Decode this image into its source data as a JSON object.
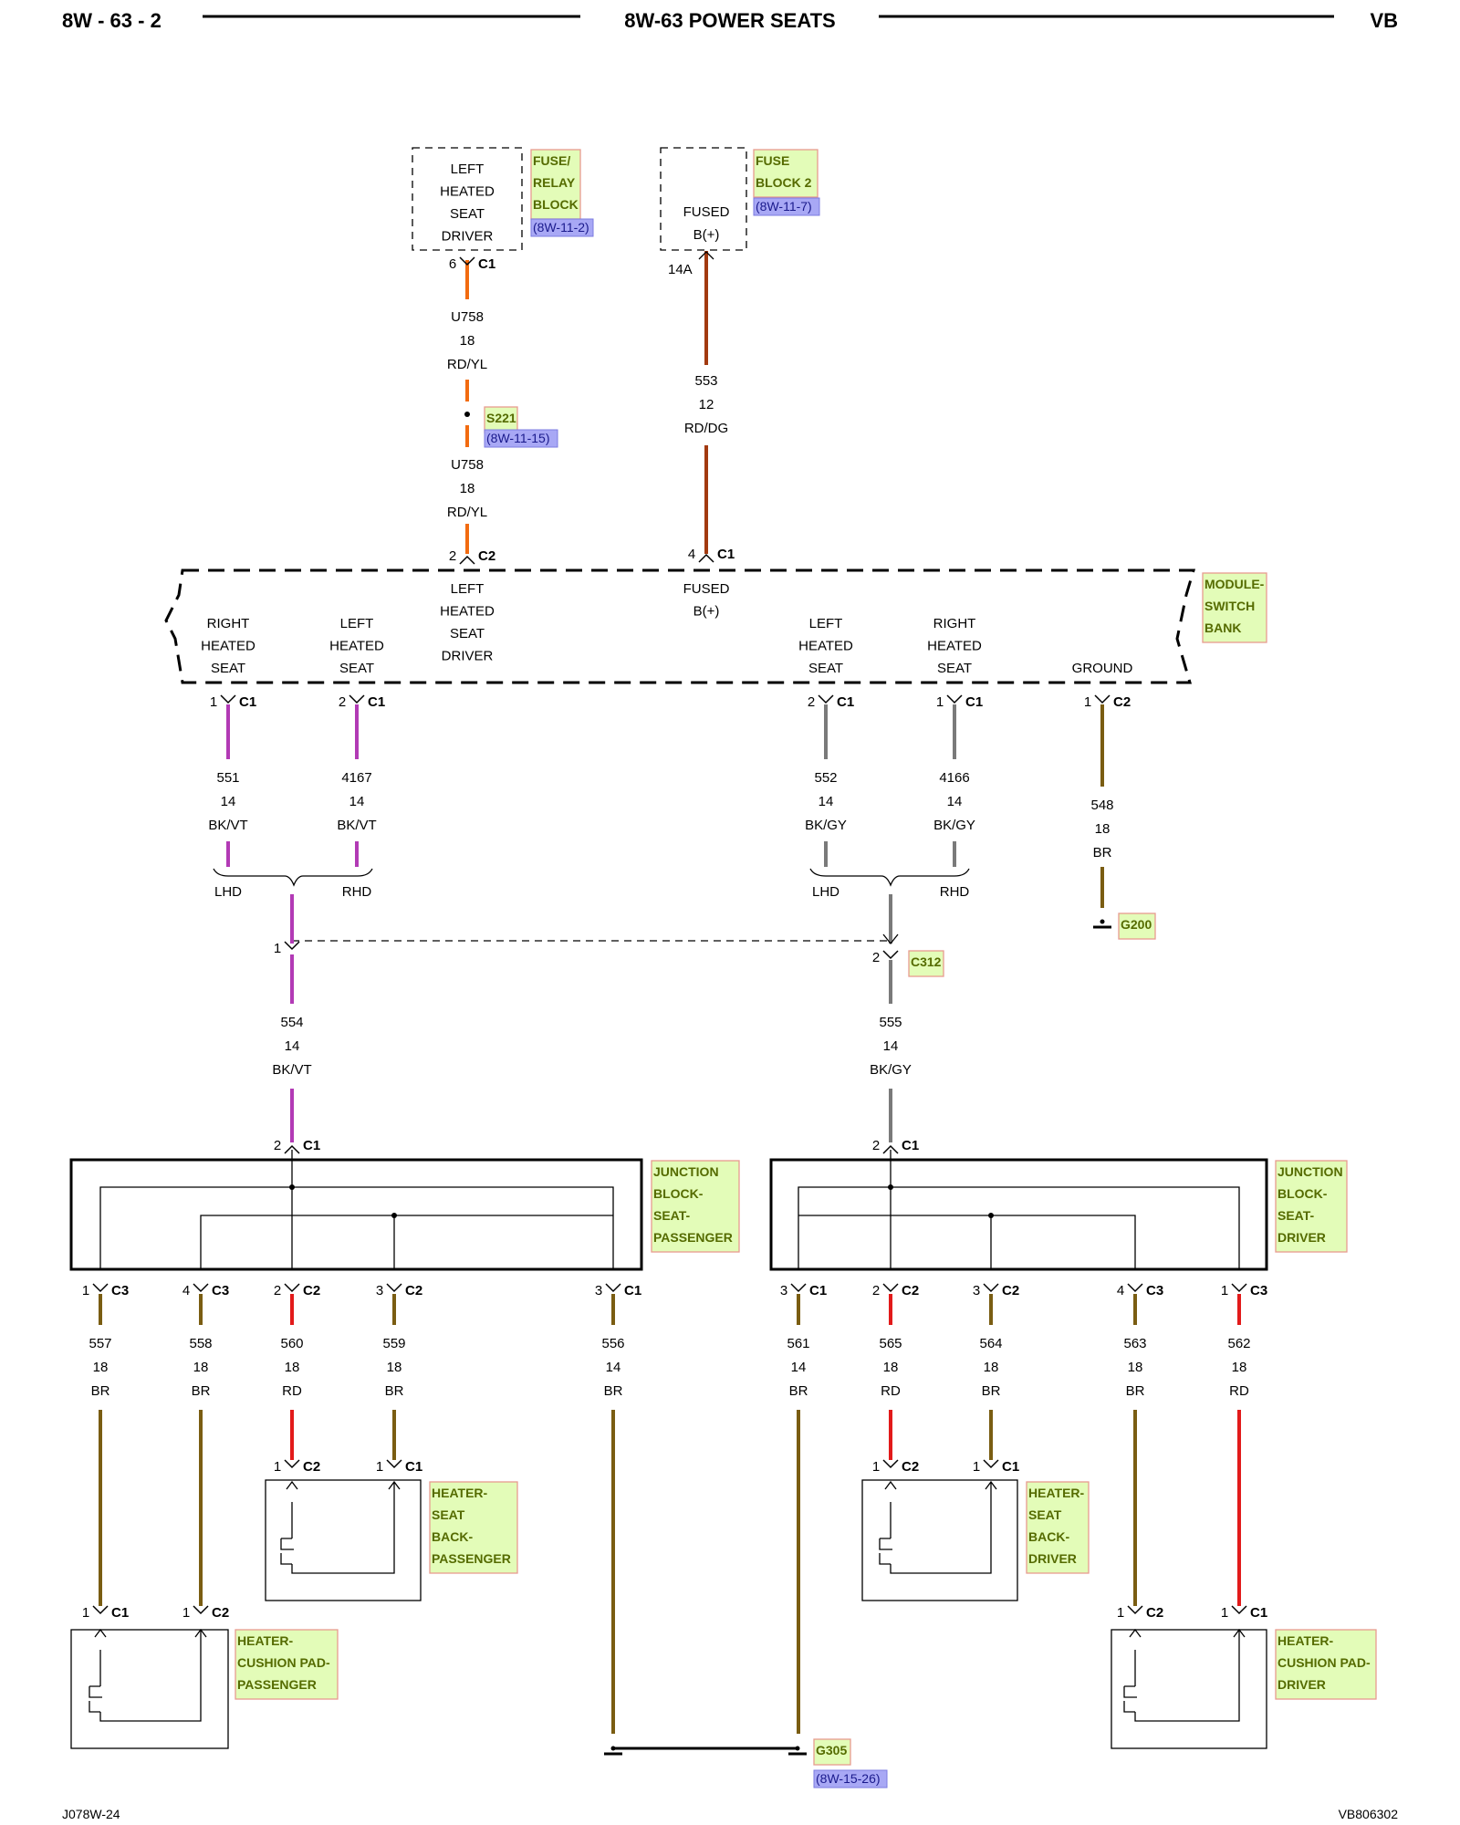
{
  "header": {
    "left": "8W - 63 - 2",
    "title": "8W-63 POWER SEATS",
    "right": "VB"
  },
  "footer": {
    "left": "J078W-24",
    "right": "VB806302"
  },
  "colors": {
    "label_fill": "#e3fcb8",
    "label_border": "#e89b90",
    "ref_fill": "#a8a8f5",
    "RD/YL": "#f26b10",
    "RD/DG": "#a23a10",
    "BK/VT": "#b23ab5",
    "BK/GY": "#7a7a7a",
    "BR": "#7a5d12",
    "RD": "#e21a1a"
  },
  "components": {
    "fuse_relay_block": {
      "label": [
        "FUSE/",
        "RELAY",
        "BLOCK"
      ],
      "ref": "(8W-11-2)",
      "pin_text": [
        "LEFT",
        "HEATED",
        "SEAT",
        "DRIVER"
      ]
    },
    "fuse_block_2": {
      "label": [
        "FUSE",
        "BLOCK 2"
      ],
      "ref": "(8W-11-7)",
      "pin_text": [
        "FUSED",
        "B(+)"
      ],
      "fuse": "14A"
    },
    "splice": {
      "label": "S221",
      "ref": "(8W-11-15)"
    },
    "module": {
      "label": [
        "MODULE-",
        "SWITCH",
        "BANK"
      ],
      "pins": {
        "rhs": [
          "RIGHT",
          "HEATED",
          "SEAT"
        ],
        "lhs": [
          "LEFT",
          "HEATED",
          "SEAT"
        ],
        "lhsd": [
          "LEFT",
          "HEATED",
          "SEAT",
          "DRIVER"
        ],
        "fb": [
          "FUSED",
          "B(+)"
        ],
        "lhs2": [
          "LEFT",
          "HEATED",
          "SEAT"
        ],
        "rhs2": [
          "RIGHT",
          "HEATED",
          "SEAT"
        ],
        "gnd": [
          "GROUND"
        ]
      }
    },
    "g200": {
      "label": "G200"
    },
    "c312": {
      "label": "C312"
    },
    "lhd": "LHD",
    "rhd": "RHD",
    "jb_pass": {
      "label": [
        "JUNCTION",
        "BLOCK-",
        "SEAT-",
        "PASSENGER"
      ]
    },
    "jb_drv": {
      "label": [
        "JUNCTION",
        "BLOCK-",
        "SEAT-",
        "DRIVER"
      ]
    },
    "hsb_pass": {
      "label": [
        "HEATER-",
        "SEAT",
        "BACK-",
        "PASSENGER"
      ]
    },
    "hsb_drv": {
      "label": [
        "HEATER-",
        "SEAT",
        "BACK-",
        "DRIVER"
      ]
    },
    "hcp_pass": {
      "label": [
        "HEATER-",
        "CUSHION PAD-",
        "PASSENGER"
      ]
    },
    "hcp_drv": {
      "label": [
        "HEATER-",
        "CUSHION PAD-",
        "DRIVER"
      ]
    },
    "g305": {
      "label": "G305",
      "ref": "(8W-15-26)"
    }
  },
  "wires": {
    "u758a": [
      "U758",
      "18",
      "RD/YL"
    ],
    "u758b": [
      "U758",
      "18",
      "RD/YL"
    ],
    "w553": [
      "553",
      "12",
      "RD/DG"
    ],
    "w551": [
      "551",
      "14",
      "BK/VT"
    ],
    "w4167": [
      "4167",
      "14",
      "BK/VT"
    ],
    "w552": [
      "552",
      "14",
      "BK/GY"
    ],
    "w4166": [
      "4166",
      "14",
      "BK/GY"
    ],
    "w548": [
      "548",
      "18",
      "BR"
    ],
    "w554": [
      "554",
      "14",
      "BK/VT"
    ],
    "w555": [
      "555",
      "14",
      "BK/GY"
    ],
    "w557": [
      "557",
      "18",
      "BR"
    ],
    "w558": [
      "558",
      "18",
      "BR"
    ],
    "w560": [
      "560",
      "18",
      "RD"
    ],
    "w559": [
      "559",
      "18",
      "BR"
    ],
    "w556": [
      "556",
      "14",
      "BR"
    ],
    "w561": [
      "561",
      "14",
      "BR"
    ],
    "w565": [
      "565",
      "18",
      "RD"
    ],
    "w564": [
      "564",
      "18",
      "BR"
    ],
    "w563": [
      "563",
      "18",
      "BR"
    ],
    "w562": [
      "562",
      "18",
      "RD"
    ]
  },
  "connectors": {
    "k1": {
      "pin": "6",
      "name": "C1"
    },
    "k2": {
      "pin": "",
      "name": ""
    },
    "k3": {
      "pin": "2",
      "name": "C2"
    },
    "k4": {
      "pin": "4",
      "name": "C1"
    },
    "k5": {
      "pin": "1",
      "name": "C1"
    },
    "k6": {
      "pin": "2",
      "name": "C1"
    },
    "k7": {
      "pin": "2",
      "name": "C1"
    },
    "k8": {
      "pin": "1",
      "name": "C1"
    },
    "k9": {
      "pin": "1",
      "name": "C2"
    },
    "k10": {
      "pin": "1",
      "name": ""
    },
    "k11": {
      "pin": "2",
      "name": ""
    },
    "k12": {
      "pin": "2",
      "name": "C1"
    },
    "k13": {
      "pin": "2",
      "name": "C1"
    },
    "k14": {
      "pin": "1",
      "name": "C3"
    },
    "k15": {
      "pin": "4",
      "name": "C3"
    },
    "k16": {
      "pin": "2",
      "name": "C2"
    },
    "k17": {
      "pin": "3",
      "name": "C2"
    },
    "k18": {
      "pin": "3",
      "name": "C1"
    },
    "k19": {
      "pin": "3",
      "name": "C1"
    },
    "k20": {
      "pin": "2",
      "name": "C2"
    },
    "k21": {
      "pin": "3",
      "name": "C2"
    },
    "k22": {
      "pin": "4",
      "name": "C3"
    },
    "k23": {
      "pin": "1",
      "name": "C3"
    },
    "k24": {
      "pin": "1",
      "name": "C2"
    },
    "k25": {
      "pin": "1",
      "name": "C1"
    },
    "k26": {
      "pin": "1",
      "name": "C2"
    },
    "k27": {
      "pin": "1",
      "name": "C1"
    },
    "k28": {
      "pin": "1",
      "name": "C1"
    },
    "k29": {
      "pin": "1",
      "name": "C2"
    },
    "k30": {
      "pin": "1",
      "name": "C2"
    },
    "k31": {
      "pin": "1",
      "name": "C1"
    }
  }
}
